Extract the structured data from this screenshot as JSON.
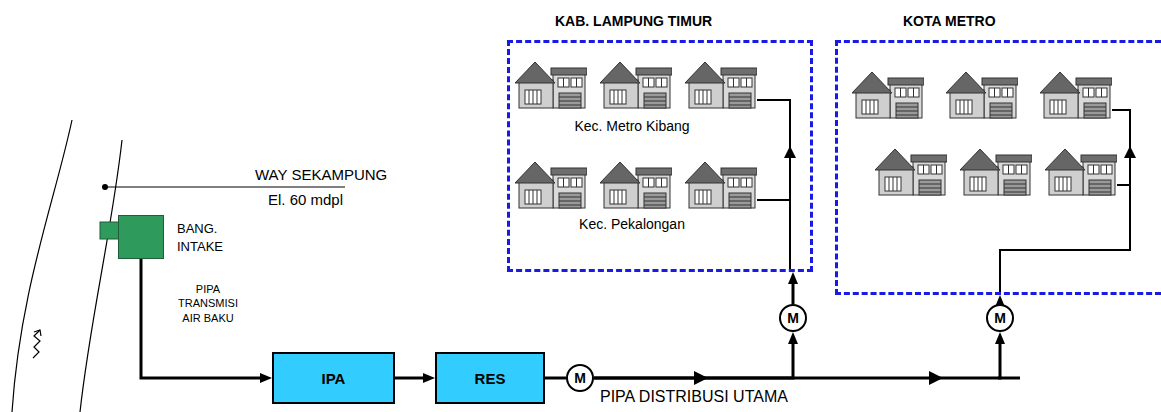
{
  "diagram": {
    "nodes": [
      {
        "text": [
          "BANG. INTAKE"
        ]
      },
      {
        "text": [
          "IPA"
        ]
      },
      {
        "text": [
          "RES"
        ]
      },
      {
        "text": [
          "M"
        ]
      },
      {
        "text": [
          "KAB. LAMPUNG TIMUR"
        ]
      },
      {
        "text": [
          "KOTA METRO"
        ]
      },
      {
        "text": [
          "M"
        ]
      },
      {
        "text": [
          "M"
        ]
      }
    ],
    "edges": [
      {
        "from": 0,
        "to": 1,
        "arrow": "to",
        "label": "PIPA TRANSMISI AIR BAKU"
      },
      {
        "from": 1,
        "to": 2,
        "arrow": "to"
      },
      {
        "from": 2,
        "to": 3,
        "arrow": "none"
      },
      {
        "from": 3,
        "to": 6,
        "arrow": "to"
      },
      {
        "from": 3,
        "to": 7,
        "arrow": "to"
      },
      {
        "from": 6,
        "to": 4,
        "arrow": "to"
      },
      {
        "from": 7,
        "to": 5,
        "arrow": "to"
      }
    ],
    "labels": [
      "WAY SEKAMPUNG",
      "El. 60 mdpl",
      "Kec. Metro Kibang",
      "Kec. Pekalongan",
      "PIPA DISTRIBUSI UTAMA"
    ]
  }
}
